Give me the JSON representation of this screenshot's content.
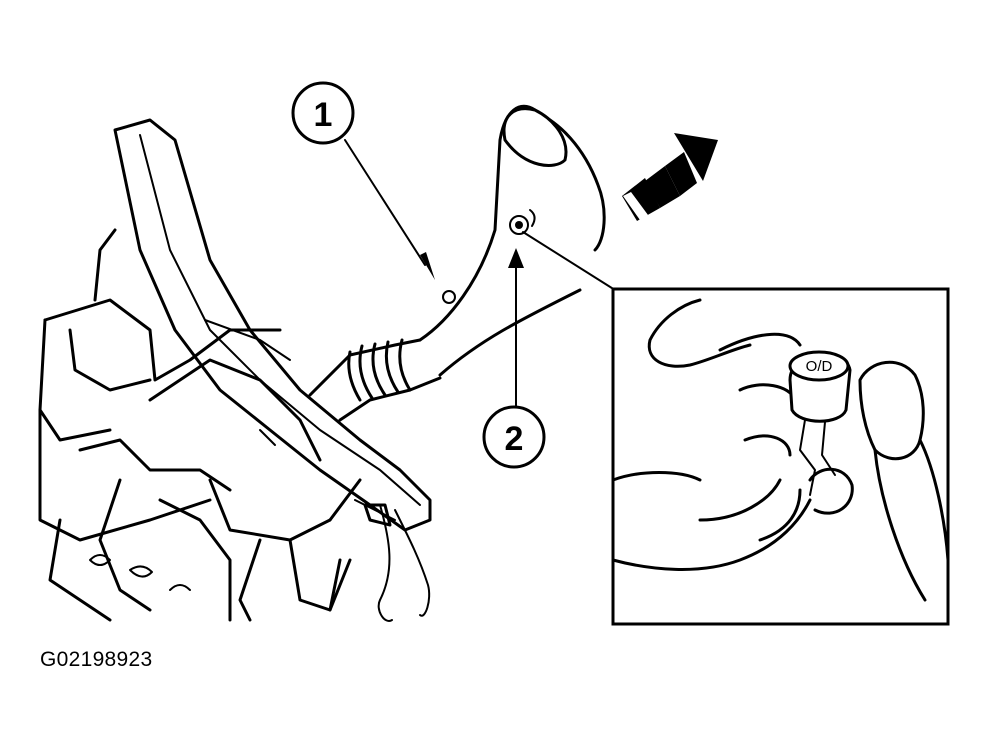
{
  "figure_id": "G02198923",
  "callouts": [
    {
      "label": "1"
    },
    {
      "label": "2"
    }
  ],
  "inset": {
    "plug_label": "O/D"
  },
  "colors": {
    "line": "#000000",
    "background": "#ffffff"
  }
}
